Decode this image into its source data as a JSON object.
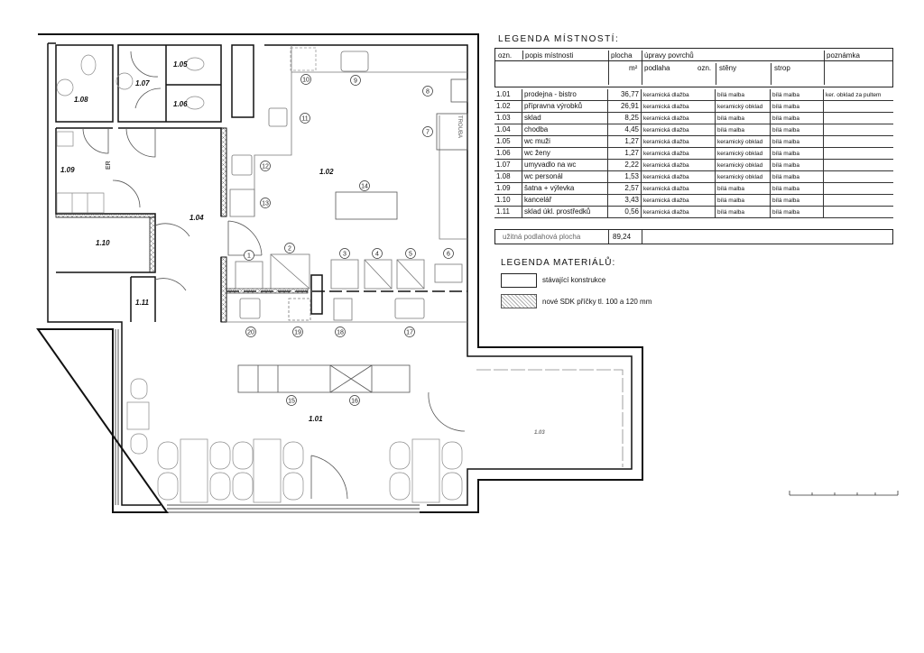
{
  "rooms_legend": {
    "title": "LEGENDA MÍSTNOSTÍ:",
    "headers": {
      "ozn": "ozn.",
      "popis": "popis místnosti",
      "plocha": "plocha",
      "upravy": "úpravy povrchů",
      "poznamka": "poznámka",
      "unit": "m²",
      "podlaha": "podlaha",
      "ozn2": "ozn.",
      "steny": "stěny",
      "strop": "strop"
    },
    "rows": [
      {
        "ozn": "1.01",
        "popis": "prodejna - bistro",
        "plocha": "36,77",
        "podlaha": "keramická dlažba",
        "steny": "bílá malba",
        "strop": "bílá malba",
        "poznamka": "ker. obklad za pultem"
      },
      {
        "ozn": "1.02",
        "popis": "přípravna výrobků",
        "plocha": "26,91",
        "podlaha": "keramická dlažba",
        "steny": "keramický obklad",
        "strop": "bílá malba",
        "poznamka": ""
      },
      {
        "ozn": "1.03",
        "popis": "sklad",
        "plocha": "8,25",
        "podlaha": "keramická dlažba",
        "steny": "bílá malba",
        "strop": "bílá malba",
        "poznamka": ""
      },
      {
        "ozn": "1.04",
        "popis": "chodba",
        "plocha": "4,45",
        "podlaha": "keramická dlažba",
        "steny": "bílá malba",
        "strop": "bílá malba",
        "poznamka": ""
      },
      {
        "ozn": "1.05",
        "popis": "wc muži",
        "plocha": "1,27",
        "podlaha": "keramická dlažba",
        "steny": "keramický obklad",
        "strop": "bílá malba",
        "poznamka": ""
      },
      {
        "ozn": "1.06",
        "popis": "wc ženy",
        "plocha": "1,27",
        "podlaha": "keramická dlažba",
        "steny": "keramický obklad",
        "strop": "bílá malba",
        "poznamka": ""
      },
      {
        "ozn": "1.07",
        "popis": "umyvadlo na wc",
        "plocha": "2,22",
        "podlaha": "keramická dlažba",
        "steny": "keramický obklad",
        "strop": "bílá malba",
        "poznamka": ""
      },
      {
        "ozn": "1.08",
        "popis": "wc personál",
        "plocha": "1,53",
        "podlaha": "keramická dlažba",
        "steny": "keramický obklad",
        "strop": "bílá malba",
        "poznamka": ""
      },
      {
        "ozn": "1.09",
        "popis": "šatna + výlevka",
        "plocha": "2,57",
        "podlaha": "keramická dlažba",
        "steny": "bílá malba",
        "strop": "bílá malba",
        "poznamka": ""
      },
      {
        "ozn": "1.10",
        "popis": "kancelář",
        "plocha": "3,43",
        "podlaha": "keramická dlažba",
        "steny": "bílá malba",
        "strop": "bílá malba",
        "poznamka": ""
      },
      {
        "ozn": "1.11",
        "popis": "sklad úkl. prostředků",
        "plocha": "0,56",
        "podlaha": "keramická dlažba",
        "steny": "bílá malba",
        "strop": "bílá malba",
        "poznamka": ""
      }
    ],
    "total_label": "užitná podlahová plocha",
    "total_value": "89,24"
  },
  "materials_legend": {
    "title": "LEGENDA  MATERIÁLŮ:",
    "items": [
      "stávající konstrukce",
      "nové SDK příčky tl. 100 a 120 mm"
    ]
  },
  "plan": {
    "rooms": {
      "r101": "1.01",
      "r102": "1.02",
      "r103": "1.03",
      "r104": "1.04",
      "r105": "1.05",
      "r106": "1.06",
      "r107": "1.07",
      "r108": "1.08",
      "r109": "1.09",
      "r110": "1.10",
      "r111": "1.11"
    },
    "er_label": "ER",
    "oven_label": "TROUBA",
    "fixtures": [
      "1",
      "2",
      "3",
      "4",
      "5",
      "6",
      "7",
      "8",
      "9",
      "10",
      "11",
      "12",
      "13",
      "14",
      "15",
      "16",
      "17",
      "18",
      "19",
      "20"
    ]
  }
}
